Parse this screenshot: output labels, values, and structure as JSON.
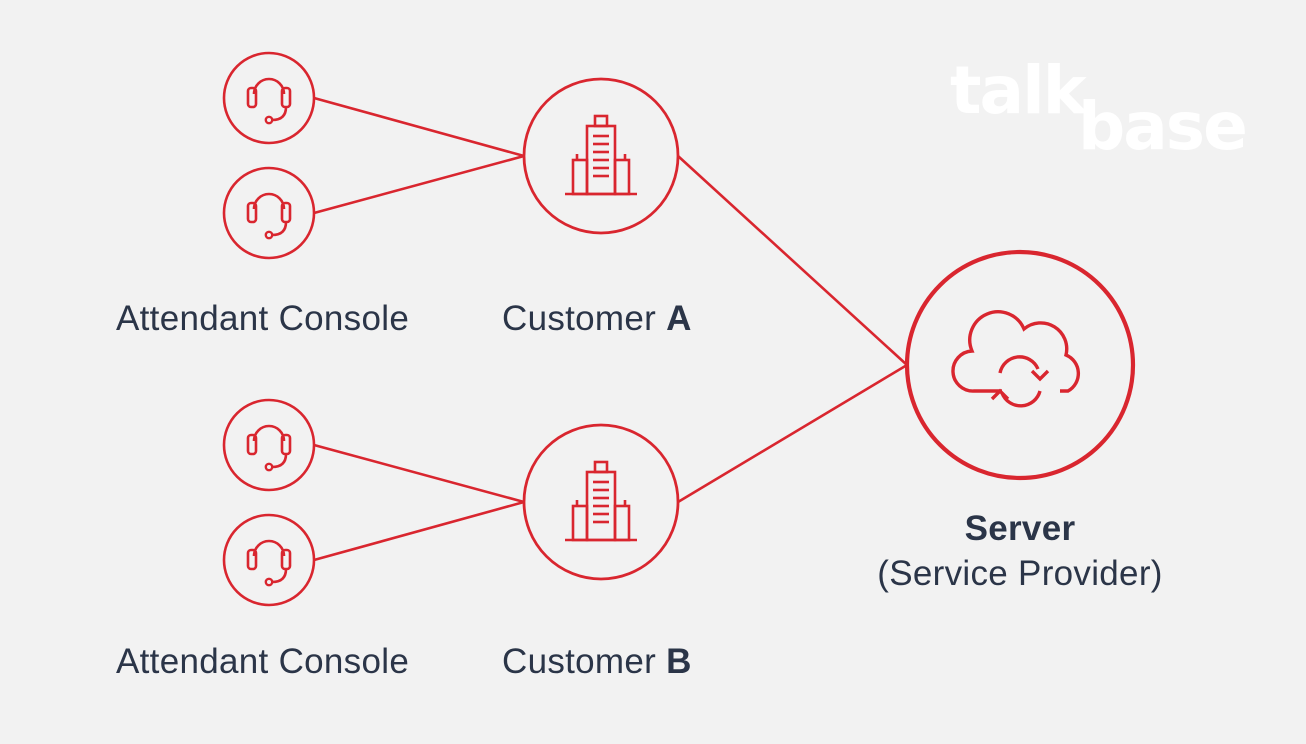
{
  "logo": {
    "word1": "talk",
    "word2": "base"
  },
  "groups": [
    {
      "console_label": "Attendant Console",
      "customer_label": "Customer",
      "customer_letter": "A"
    },
    {
      "console_label": "Attendant Console",
      "customer_label": "Customer",
      "customer_letter": "B"
    }
  ],
  "server": {
    "title": "Server",
    "subtitle": "(Service Provider)"
  },
  "colors": {
    "accent": "#d9262f",
    "text": "#2b3548",
    "background": "#f2f2f2",
    "logo": "#ffffff"
  },
  "icons": {
    "console": "headset-icon",
    "customer": "building-icon",
    "server": "cloud-sync-icon"
  }
}
